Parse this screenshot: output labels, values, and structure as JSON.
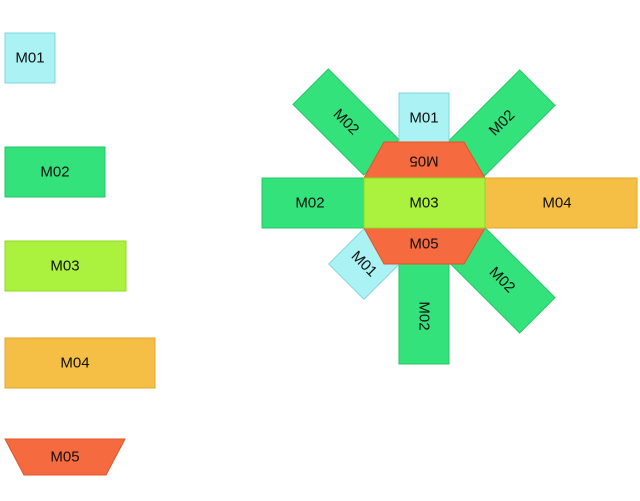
{
  "legend": {
    "m01": "M01",
    "m02": "M02",
    "m03": "M03",
    "m04": "M04",
    "m05": "M05"
  },
  "assembly": {
    "m01_top": "M01",
    "m01_bottom_left": "M01",
    "m02_upper_left": "M02",
    "m02_upper_right": "M02",
    "m02_left": "M02",
    "m02_lower_right": "M02",
    "m02_bottom": "M02",
    "m03_center": "M03",
    "m04_right": "M04",
    "m05_top": "M05",
    "m05_bottom": "M05"
  },
  "colors": {
    "m01_fill": "#aaf2f4",
    "m01_stroke": "#7fd6dd",
    "m02_fill": "#33e27a",
    "m02_stroke": "#22c866",
    "m03_fill": "#aaf23d",
    "m03_stroke": "#8fd825",
    "m04_fill": "#f5be45",
    "m04_stroke": "#e0a52a",
    "m05_fill": "#f56a3e",
    "m05_stroke": "#e05428"
  }
}
